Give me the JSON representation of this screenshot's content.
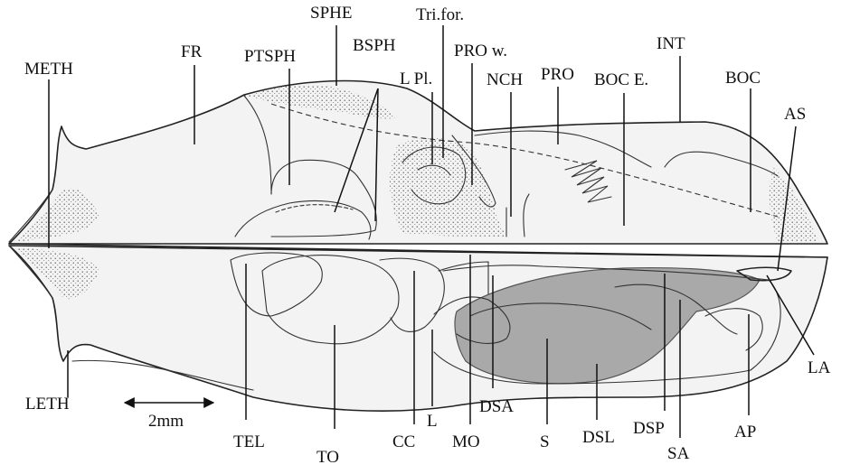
{
  "figure": {
    "labels": {
      "meth": "METH",
      "leth": "LETH",
      "fr": "FR",
      "sphe": "SPHE",
      "ptsph": "PTSPH",
      "bsph": "BSPH",
      "tri_for": "Tri.for.",
      "l_pl": "L Pl.",
      "pro_w": "PRO w.",
      "nch": "NCH",
      "pro": "PRO",
      "boc_e": "BOC E.",
      "int": "INT",
      "boc": "BOC",
      "as": "AS",
      "la": "LA",
      "ap": "AP",
      "sa": "SA",
      "dsp": "DSP",
      "dsl": "DSL",
      "s": "S",
      "dsa": "DSA",
      "mo": "MO",
      "cc": "CC",
      "l": "L",
      "to": "TO",
      "tel": "TEL"
    },
    "scale_bar": {
      "label": "2mm"
    }
  }
}
